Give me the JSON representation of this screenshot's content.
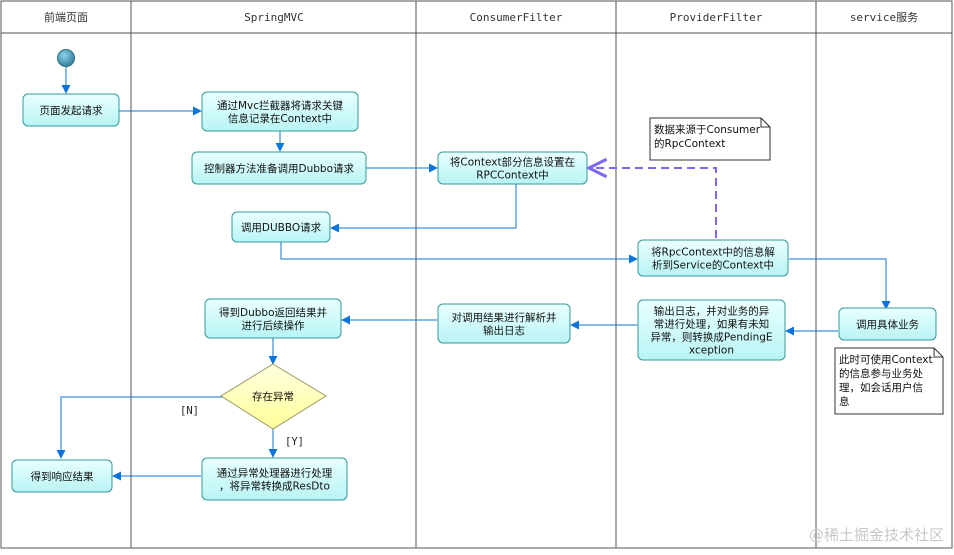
{
  "lanes": [
    "前端页面",
    "SpringMVC",
    "ConsumerFilter",
    "ProviderFilter",
    "service服务"
  ],
  "nodes": {
    "page_request": [
      "页面发起请求"
    ],
    "mvc_intercept": [
      "通过Mvc拦截器将请求关键",
      "信息记录在Context中"
    ],
    "controller_prepare": [
      "控制器方法准备调用Dubbo请求"
    ],
    "set_rpc_context": [
      "将Context部分信息设置在",
      "RPCContext中"
    ],
    "call_dubbo": [
      "调用DUBBO请求"
    ],
    "parse_rpc_context": [
      "将RpcContext中的信息解",
      "析到Service的Context中"
    ],
    "call_business": [
      "调用具体业务"
    ],
    "log_exception": [
      "输出日志，并对业务的异",
      "常进行处理，如果有未知",
      "异常，则转换成PendingE",
      "xception"
    ],
    "parse_result": [
      "对调用结果进行解析并",
      "输出日志"
    ],
    "get_dubbo_result": [
      "得到Dubbo返回结果并",
      "进行后续操作"
    ],
    "decision": [
      "存在异常"
    ],
    "exception_handler": [
      "通过异常处理器进行处理",
      "，将异常转换成ResDto"
    ],
    "get_response": [
      "得到响应结果"
    ]
  },
  "notes": {
    "data_source": [
      "数据来源于Consumer",
      "的RpcContext"
    ],
    "service_usage": [
      "此时可使用Context",
      "的信息参与业务处",
      "理，如会话用户信",
      "息"
    ]
  },
  "edge_labels": {
    "no": "[N]",
    "yes": "[Y]"
  },
  "watermark": "@稀土掘金技术社区",
  "colors": {
    "node_fill": "#ccffff",
    "node_stroke": "#339999",
    "decision_fill": "#ffffcc",
    "arrow": "#0a74da",
    "dashed": "#7b68ee",
    "start": "#4a9bb5"
  }
}
